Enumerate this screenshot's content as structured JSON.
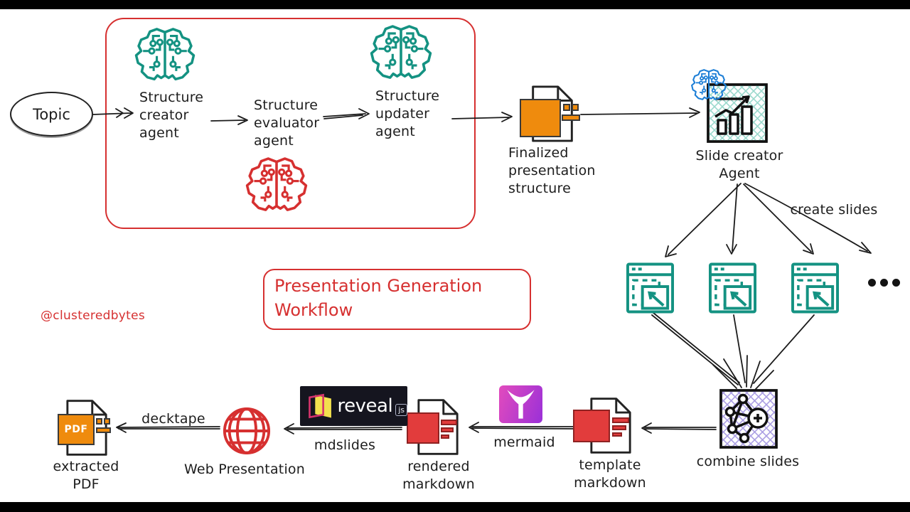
{
  "colors": {
    "teal": "#149282",
    "teal_hatch": "#9bd9cd",
    "red": "#d63030",
    "blue": "#1c7ed6",
    "orange": "#ef8b0d",
    "doc_red": "#e23c3c",
    "purple_hatch": "#ab9fe3",
    "ink": "#1d1d1d",
    "reveal_bg": "#15151f",
    "reveal_yellow": "#f2e14e",
    "reveal_pink": "#d6336c",
    "mermaid_a": "#e24bbd",
    "mermaid_b": "#9a30d8"
  },
  "title": {
    "lines": [
      "Presentation Generation",
      "Workflow"
    ]
  },
  "watermark": "@clusteredbytes",
  "nodes": {
    "topic": {
      "label": "Topic"
    },
    "creator": {
      "lines": [
        "Structure",
        "creator",
        "agent"
      ]
    },
    "evaluator": {
      "lines": [
        "Structure",
        "evaluator",
        "agent"
      ]
    },
    "updater": {
      "lines": [
        "Structure",
        "updater",
        "agent"
      ]
    },
    "finalized": {
      "lines": [
        "Finalized",
        "presentation",
        "structure"
      ]
    },
    "slide_creator": {
      "lines": [
        "Slide creator",
        "Agent"
      ]
    },
    "combine": {
      "label": "combine slides"
    },
    "template_md": {
      "lines": [
        "template",
        "markdown"
      ]
    },
    "rendered_md": {
      "lines": [
        "rendered",
        "markdown"
      ]
    },
    "web": {
      "label": "Web Presentation"
    },
    "pdf": {
      "lines": [
        "extracted",
        "PDF"
      ],
      "badge": "PDF"
    },
    "ellipsis": "..."
  },
  "edges": {
    "create_slides": "create slides",
    "mermaid": "mermaid",
    "mdslides": "mdslides",
    "decktape": "decktape"
  },
  "logos": {
    "reveal": {
      "brand": "reveal",
      "js": "js"
    }
  },
  "icons": {
    "agent_brain": "circuit-brain",
    "slide_window": "browser-window",
    "combine_graph": "node-graph-plus",
    "document": "paper-folded-corner",
    "web_globe": "wireframe-globe",
    "slide_chart": "bar-chart-rising-arrow",
    "more": "ellipsis-dots"
  }
}
